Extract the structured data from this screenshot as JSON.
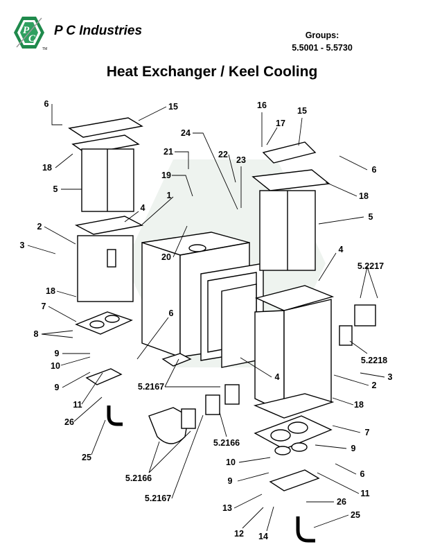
{
  "header": {
    "logo_text": "PC",
    "logo_tm": "TM",
    "brand": "P C Industries",
    "groups_label": "Groups:",
    "groups_range": "5.5001 - 5.5730",
    "title": "Heat Exchanger / Keel Cooling"
  },
  "colors": {
    "logo_green": "#1f8a4c",
    "line": "#000000",
    "watermark": "#e3ece6"
  },
  "callouts": [
    "6",
    "15",
    "18",
    "5",
    "4",
    "2",
    "3",
    "18",
    "7",
    "8",
    "9",
    "10",
    "9",
    "11",
    "26",
    "25",
    "6",
    "5.2167",
    "5.2166",
    "5.2167",
    "5.2166",
    "4",
    "2",
    "3",
    "18",
    "7",
    "9",
    "10",
    "9",
    "6",
    "11",
    "13",
    "26",
    "25",
    "12",
    "14",
    "5.2218",
    "5.2217",
    "4",
    "5",
    "18",
    "6",
    "15",
    "16",
    "17",
    "21",
    "22",
    "23",
    "24",
    "19",
    "1",
    "20"
  ]
}
